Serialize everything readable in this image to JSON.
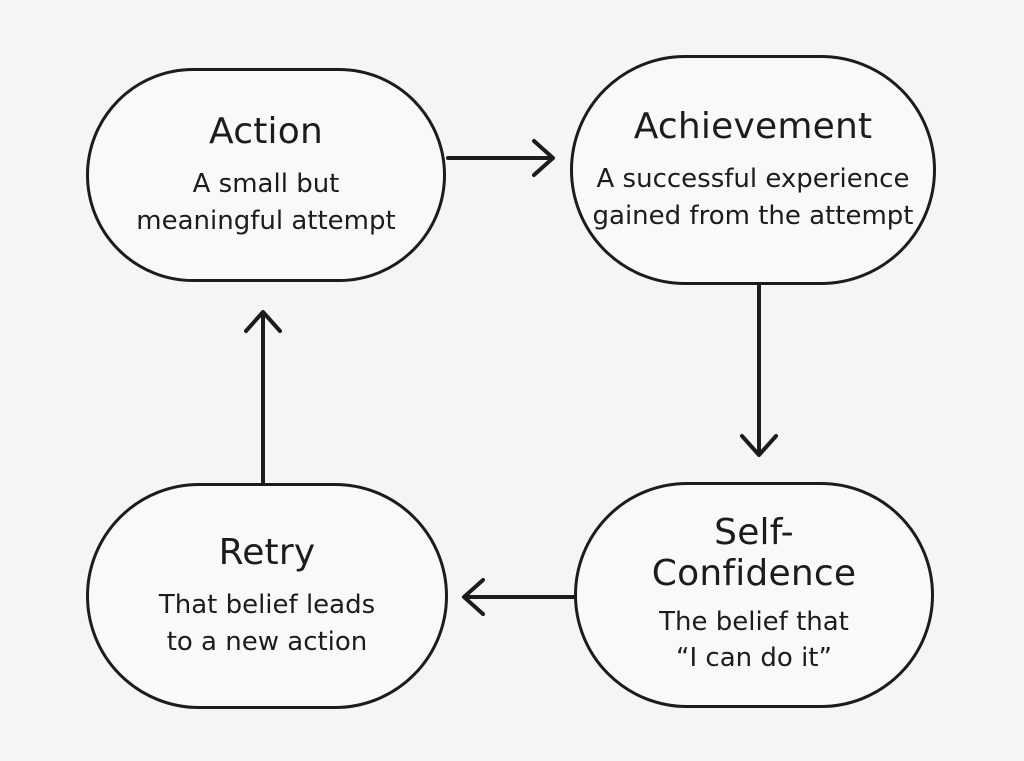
{
  "nodes": {
    "action": {
      "title": "Action",
      "desc": [
        "A small but",
        "meaningful attempt"
      ]
    },
    "achievement": {
      "title": "Achievement",
      "desc": [
        "A successful experience",
        "gained from the attempt"
      ]
    },
    "self_confidence": {
      "title": [
        "Self-",
        "Confidence"
      ],
      "desc": [
        "The belief that",
        "“I can do it”"
      ]
    },
    "retry": {
      "title": "Retry",
      "desc": [
        "That belief leads",
        "to a new action"
      ]
    }
  },
  "edges": [
    {
      "from": "Action",
      "to": "Achievement"
    },
    {
      "from": "Achievement",
      "to": "Self-Confidence"
    },
    {
      "from": "Self-Confidence",
      "to": "Retry"
    },
    {
      "from": "Retry",
      "to": "Action"
    }
  ]
}
